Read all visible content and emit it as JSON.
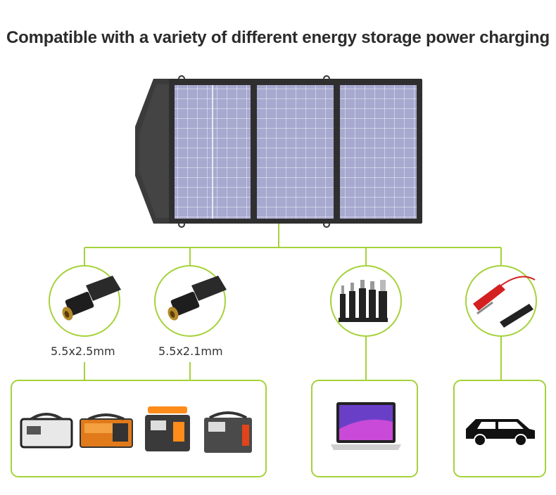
{
  "headline": "Compatible with a variety of different energy storage power charging",
  "connectors": [
    {
      "label": "5.5x2.5mm",
      "icon": "dc-barrel-plug-icon"
    },
    {
      "label": "5.5x2.1mm",
      "icon": "dc-barrel-plug-icon"
    },
    {
      "label": "",
      "icon": "multi-tip-adapter-icon"
    },
    {
      "label": "",
      "icon": "battery-clamp-icon"
    }
  ],
  "devices": [
    {
      "group": "power-stations",
      "icons": [
        "portable-power-station-icon",
        "portable-power-station-icon",
        "portable-power-station-icon",
        "portable-power-station-icon"
      ]
    },
    {
      "group": "laptop",
      "icons": [
        "laptop-icon"
      ]
    },
    {
      "group": "car",
      "icons": [
        "car-icon"
      ]
    }
  ],
  "colors": {
    "accent_green": "#9acd32",
    "panel_frame": "#3a3a3a",
    "cell_blue": "#a6a8cc",
    "headline": "#2b2b2b"
  }
}
